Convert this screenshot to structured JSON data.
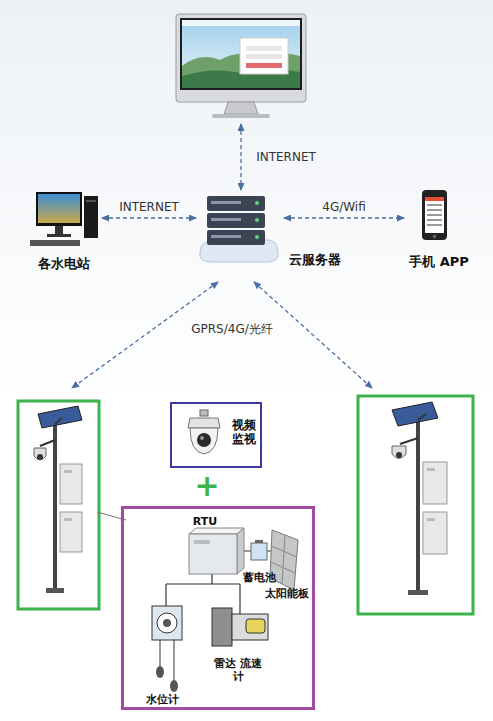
{
  "diagram": {
    "nodes": [
      {
        "text": [
          "各水电站"
        ]
      },
      {
        "text": [
          "云服务器"
        ]
      },
      {
        "text": [
          "手机 APP"
        ]
      },
      {
        "text": [
          "视频 监视"
        ]
      },
      {
        "text": [
          "RTU",
          "蓄电池",
          "太阳能板",
          "雷达 流速计",
          "水位计"
        ]
      }
    ],
    "edges": [
      {
        "from": 0,
        "to": 1,
        "label": "INTERNET",
        "arrow": "both"
      },
      {
        "from": 1,
        "to": 2,
        "label": "4G/Wifi",
        "arrow": "both"
      }
    ],
    "labels": [
      "INTERNET",
      "GPRS/4G/光纤",
      "+"
    ]
  }
}
